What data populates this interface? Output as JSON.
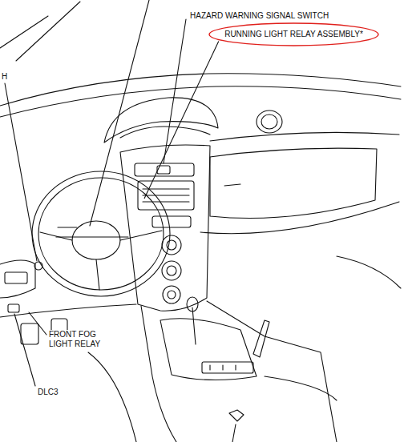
{
  "diagram": {
    "nodes": [
      {
        "text": [
          "RUNNING LIGHT RELAY ASSEMBLY*"
        ]
      }
    ],
    "labels": [
      "HAZARD WARNING SIGNAL SWITCH",
      "H",
      "FRONT FOG LIGHT RELAY",
      "DLC3"
    ]
  }
}
